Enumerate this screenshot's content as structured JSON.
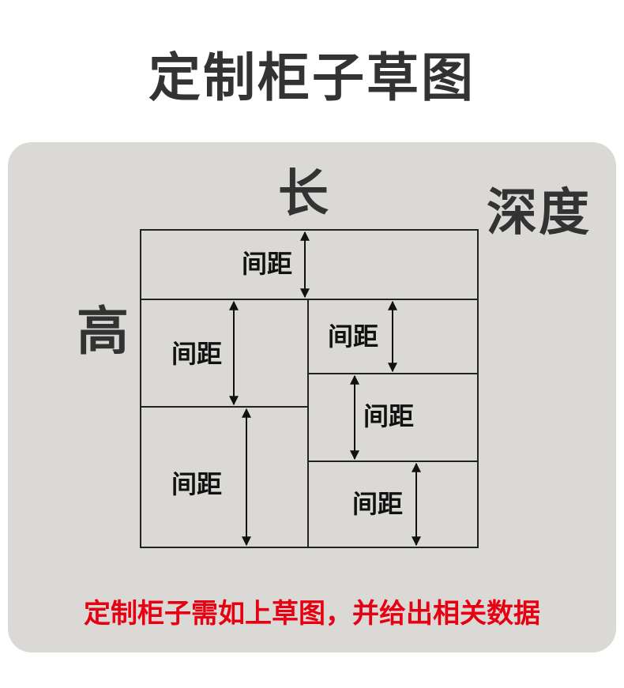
{
  "title": "定制柜子草图",
  "dimensions": {
    "length": "长",
    "depth": "深度",
    "height": "高"
  },
  "spacing_label": "间距",
  "compartment_labels": [
    "间距",
    "间距",
    "间距",
    "间距",
    "间距",
    "间距"
  ],
  "note": "定制柜子需如上草图，并给出相关数据",
  "colors": {
    "title": "#333333",
    "panel": "#dbd9d5",
    "line": "#222222",
    "note": "#e60012"
  },
  "icons": [
    "double-arrow-icon"
  ]
}
